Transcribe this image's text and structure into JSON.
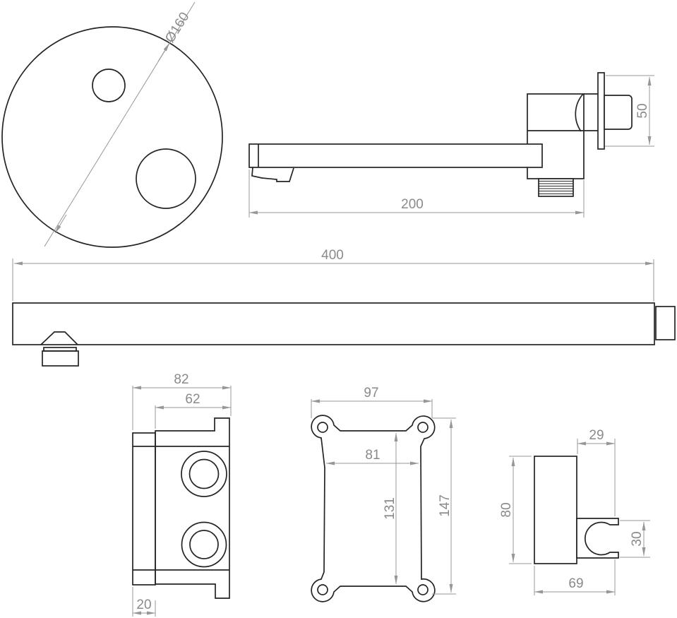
{
  "drawing_title": "shower-set-technical-drawing",
  "colors": {
    "outline": "#242424",
    "dimension_lines": "#979797",
    "dimension_text": "#8a8a8a",
    "background": "#ffffff"
  },
  "head_plate": {
    "diameter": "Ø160"
  },
  "wall_spout": {
    "length": "200",
    "outlet_height": "50"
  },
  "shower_arm": {
    "length": "400"
  },
  "valve_body": {
    "total_width": "82",
    "body_width": "62",
    "flange_depth": "20"
  },
  "mounting_plate": {
    "outer_width": "97",
    "inner_width": "81",
    "inner_height": "131",
    "outer_height": "147"
  },
  "handset_holder": {
    "clip_depth": "29",
    "body_height": "80",
    "clip_height": "30",
    "total_depth": "69"
  }
}
